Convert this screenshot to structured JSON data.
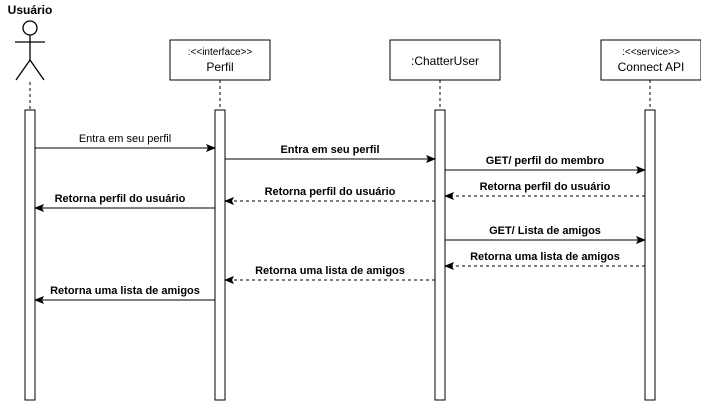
{
  "actor": {
    "name": "Usuário"
  },
  "participants": [
    {
      "stereotype": ":<<interface>>",
      "name": "Perfil"
    },
    {
      "stereotype": "",
      "name": ":ChatterUser"
    },
    {
      "stereotype": ":<<service>>",
      "name": "Connect API"
    }
  ],
  "messages": [
    {
      "text": "Entra em seu perfil",
      "from": 0,
      "to": 1,
      "dashed": false,
      "bold": false
    },
    {
      "text": "Entra em seu perfil",
      "from": 1,
      "to": 2,
      "dashed": false,
      "bold": true
    },
    {
      "text": "GET/ perfil do membro",
      "from": 2,
      "to": 3,
      "dashed": false,
      "bold": true
    },
    {
      "text": "Retorna perfil do usuário",
      "from": 3,
      "to": 2,
      "dashed": true,
      "bold": true
    },
    {
      "text": "Retorna perfil do usuário",
      "from": 2,
      "to": 1,
      "dashed": true,
      "bold": true
    },
    {
      "text": "Retorna perfil do usuário",
      "from": 1,
      "to": 0,
      "dashed": false,
      "bold": true
    },
    {
      "text": "GET/ Lista de amigos",
      "from": 2,
      "to": 3,
      "dashed": false,
      "bold": true
    },
    {
      "text": "Retorna uma lista de amigos",
      "from": 3,
      "to": 2,
      "dashed": true,
      "bold": true
    },
    {
      "text": "Retorna uma lista de amigos",
      "from": 2,
      "to": 1,
      "dashed": true,
      "bold": true
    },
    {
      "text": "Retorna uma lista de amigos",
      "from": 1,
      "to": 0,
      "dashed": false,
      "bold": true
    }
  ]
}
